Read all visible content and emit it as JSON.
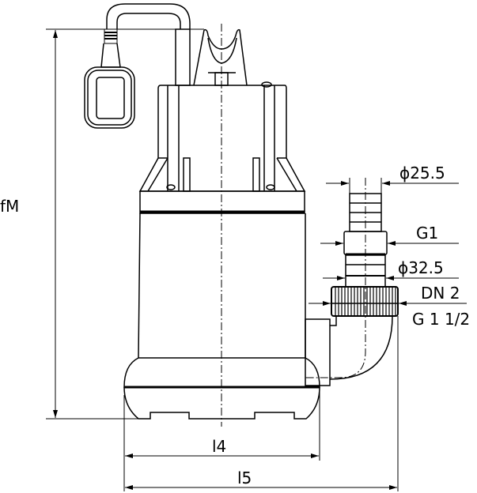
{
  "dimensions": {
    "height_label": "fM",
    "width_inner_label": "l4",
    "width_outer_label": "l5",
    "hose_small": "ϕ25.5",
    "thread_small": "G1",
    "hose_large": "ϕ32.5",
    "nominal_diameter": "DN 2",
    "thread_large": "G 1 1/2"
  },
  "colors": {
    "line": "#000000",
    "background": "#ffffff"
  }
}
